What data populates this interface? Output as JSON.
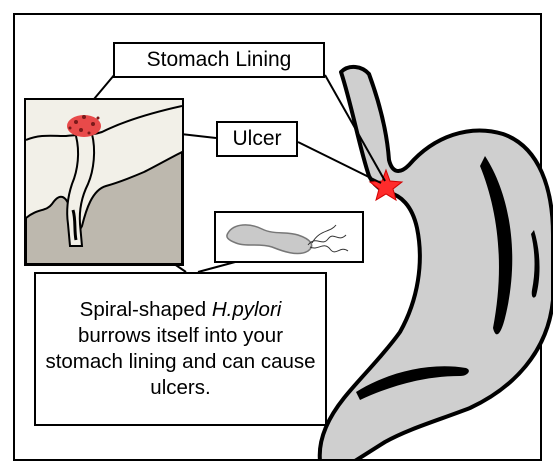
{
  "labels": {
    "stomach_lining": "Stomach Lining",
    "ulcer": "Ulcer"
  },
  "description": {
    "part1": "Spiral-shaped ",
    "species": "H.pylori",
    "part2": " burrows itself  into your stomach lining and can cause ulcers."
  },
  "colors": {
    "stomach_fill": "#cfcfcf",
    "outline": "#000000",
    "ulcer_star": "#ff2b2b",
    "tissue_fill": "#bdb8ae",
    "inset_bg": "#f2f0e8",
    "bacterium_fill": "#c9c9c9"
  }
}
